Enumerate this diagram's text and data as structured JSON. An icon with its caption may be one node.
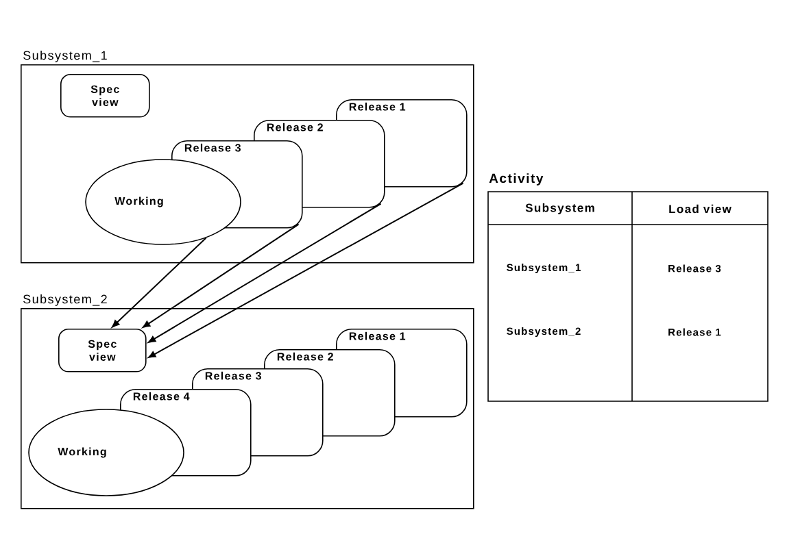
{
  "diagram": {
    "nodes": [
      {
        "text": [
          "Subsystem_1"
        ]
      },
      {
        "text": [
          "Spec view"
        ],
        "in": 0
      },
      {
        "text": [
          "Release 1"
        ],
        "in": 0
      },
      {
        "text": [
          "Release 2"
        ],
        "in": 0
      },
      {
        "text": [
          "Release 3"
        ],
        "in": 0
      },
      {
        "text": [
          "Working"
        ],
        "in": 0
      },
      {
        "text": [
          "Subsystem_2"
        ]
      },
      {
        "text": [
          "Spec view"
        ],
        "in": 6
      },
      {
        "text": [
          "Release 1"
        ],
        "in": 6
      },
      {
        "text": [
          "Release 2"
        ],
        "in": 6
      },
      {
        "text": [
          "Release 3"
        ],
        "in": 6
      },
      {
        "text": [
          "Release 4"
        ],
        "in": 6
      },
      {
        "text": [
          "Working"
        ],
        "in": 6
      }
    ],
    "edges": [
      {
        "from": 5,
        "to": 7,
        "arrow": "to"
      },
      {
        "from": 4,
        "to": 7,
        "arrow": "to"
      },
      {
        "from": 3,
        "to": 7,
        "arrow": "to"
      },
      {
        "from": 2,
        "to": 7,
        "arrow": "to"
      }
    ],
    "labels": [
      "Activity",
      "Subsystem",
      "Load view",
      "Subsystem_1",
      "Release 3",
      "Subsystem_2",
      "Release 1"
    ]
  }
}
